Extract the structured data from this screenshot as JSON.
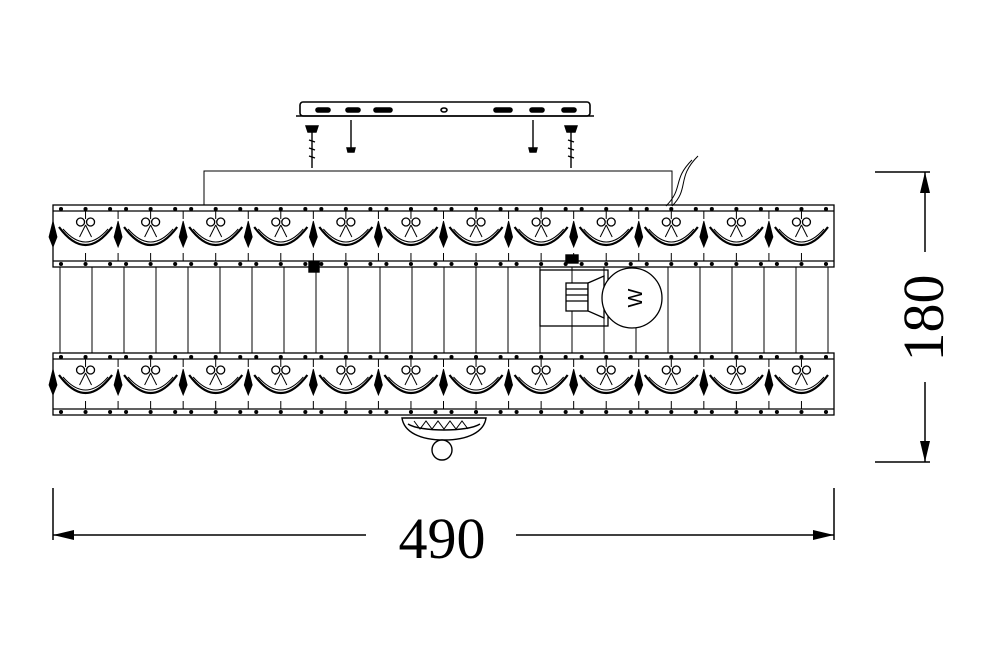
{
  "dimensions": {
    "width_label": "490",
    "height_label": "180"
  },
  "bulb": {
    "label": "W"
  },
  "colors": {
    "line": "#000000",
    "background": "#ffffff"
  }
}
